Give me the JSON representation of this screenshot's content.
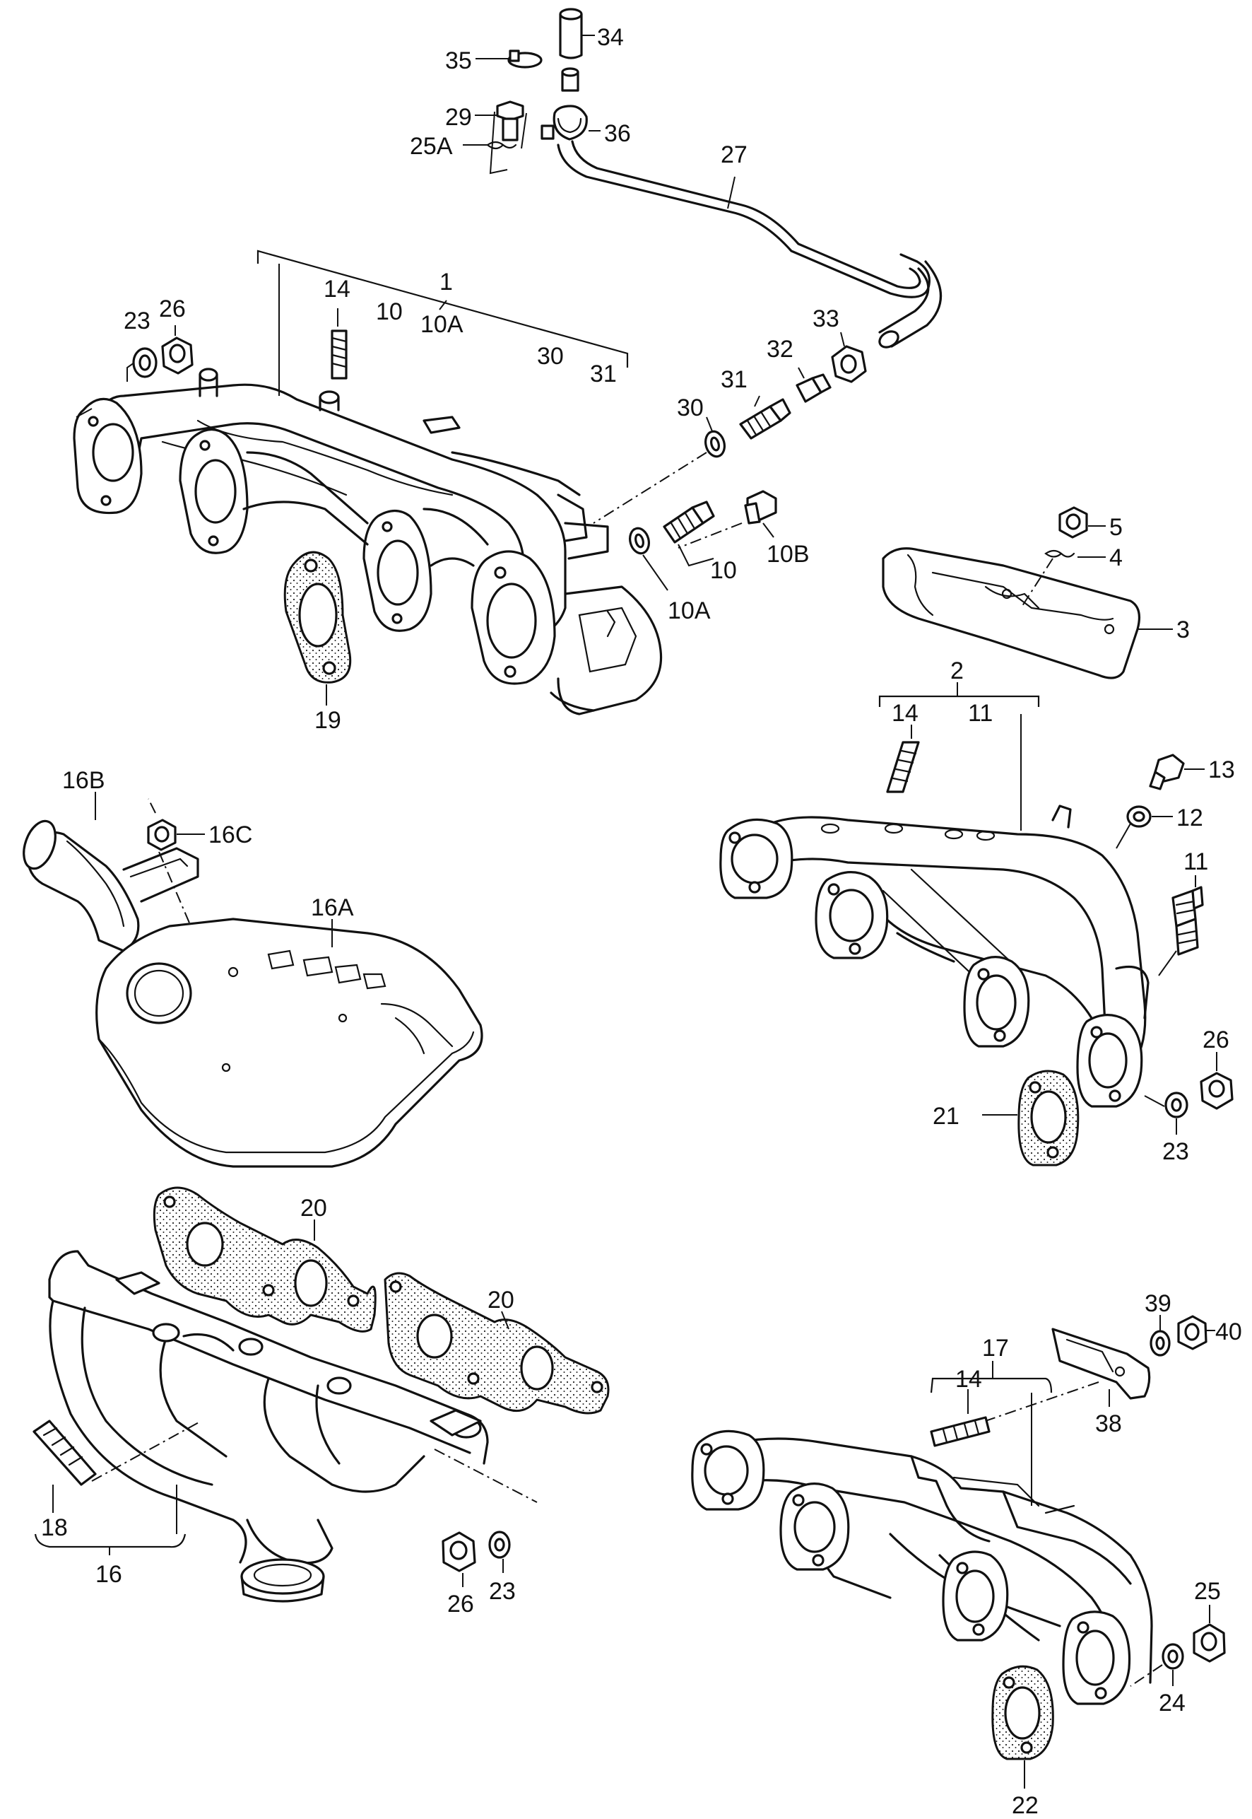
{
  "labels": {
    "l34": "34",
    "l35": "35",
    "l29": "29",
    "l25a_top": "25A",
    "l36": "36",
    "l27": "27",
    "l1": "1",
    "l14_top": "14",
    "l10_top": "10",
    "l10a_top": "10A",
    "l30_top": "30",
    "l31_top": "31",
    "l23_top": "23",
    "l26_top": "26",
    "l33": "33",
    "l32": "32",
    "l31_r": "31",
    "l30_r": "30",
    "l10_r": "10",
    "l10b": "10B",
    "l10a_r": "10A",
    "l19": "19",
    "l5": "5",
    "l4": "4",
    "l3": "3",
    "l2": "2",
    "l14_mid": "14",
    "l11_mid": "11",
    "l13": "13",
    "l12": "12",
    "l11_r": "11",
    "l26_mid": "26",
    "l21": "21",
    "l23_mid": "23",
    "l16b": "16B",
    "l16c": "16C",
    "l16a": "16A",
    "l20_a": "20",
    "l20_b": "20",
    "l18": "18",
    "l16": "16",
    "l26_bot": "26",
    "l23_bot": "23",
    "l39": "39",
    "l40": "40",
    "l17": "17",
    "l14_bot": "14",
    "l38": "38",
    "l25_bot": "25",
    "l24": "24",
    "l22": "22"
  }
}
